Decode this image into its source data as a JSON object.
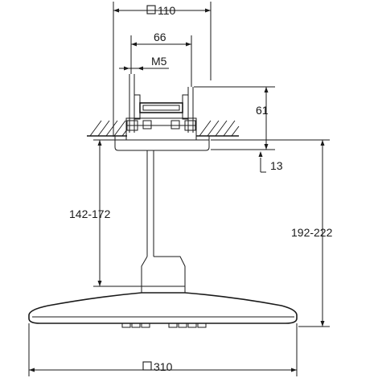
{
  "dimensions": {
    "top_width": "110",
    "inner_width": "66",
    "thread": "M5",
    "box_height": "61",
    "flange_offset": "13",
    "arm_length": "142-172",
    "total_height": "192-222",
    "head_width": "310"
  },
  "colors": {
    "line": "#1a1a1a",
    "background": "#ffffff"
  }
}
